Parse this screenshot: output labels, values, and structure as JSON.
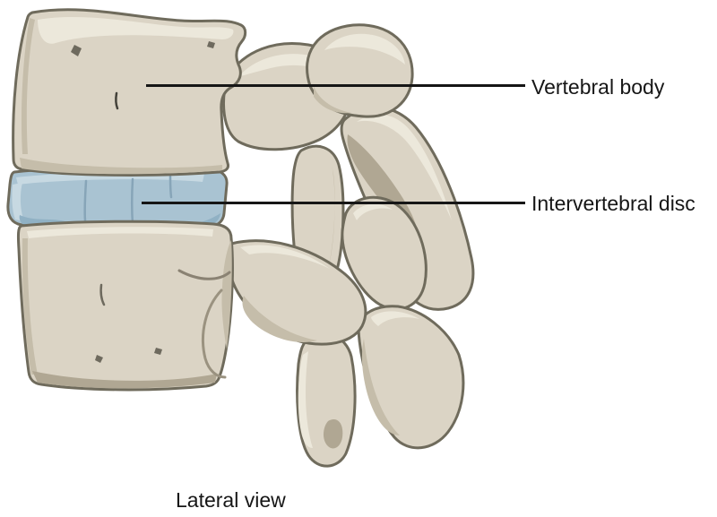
{
  "figure": {
    "caption": "Lateral view",
    "annotations": [
      {
        "text": "Vertebral body"
      },
      {
        "text": "Intervertebral disc"
      }
    ],
    "parts": [
      "upper-vertebra",
      "intervertebral-disc",
      "lower-vertebra"
    ]
  },
  "palette": {
    "background": "#ffffff",
    "bone_fill": "#dbd4c5",
    "bone_highlight": "#ece8db",
    "bone_shadow": "#c5bdaa",
    "bone_deep_shadow": "#b0a793",
    "bone_outline": "#6f6b5c",
    "disc_fill": "#a9c3d2",
    "disc_highlight": "#c7d9e2",
    "disc_shadow": "#90b1c4",
    "label_color": "#161616"
  }
}
